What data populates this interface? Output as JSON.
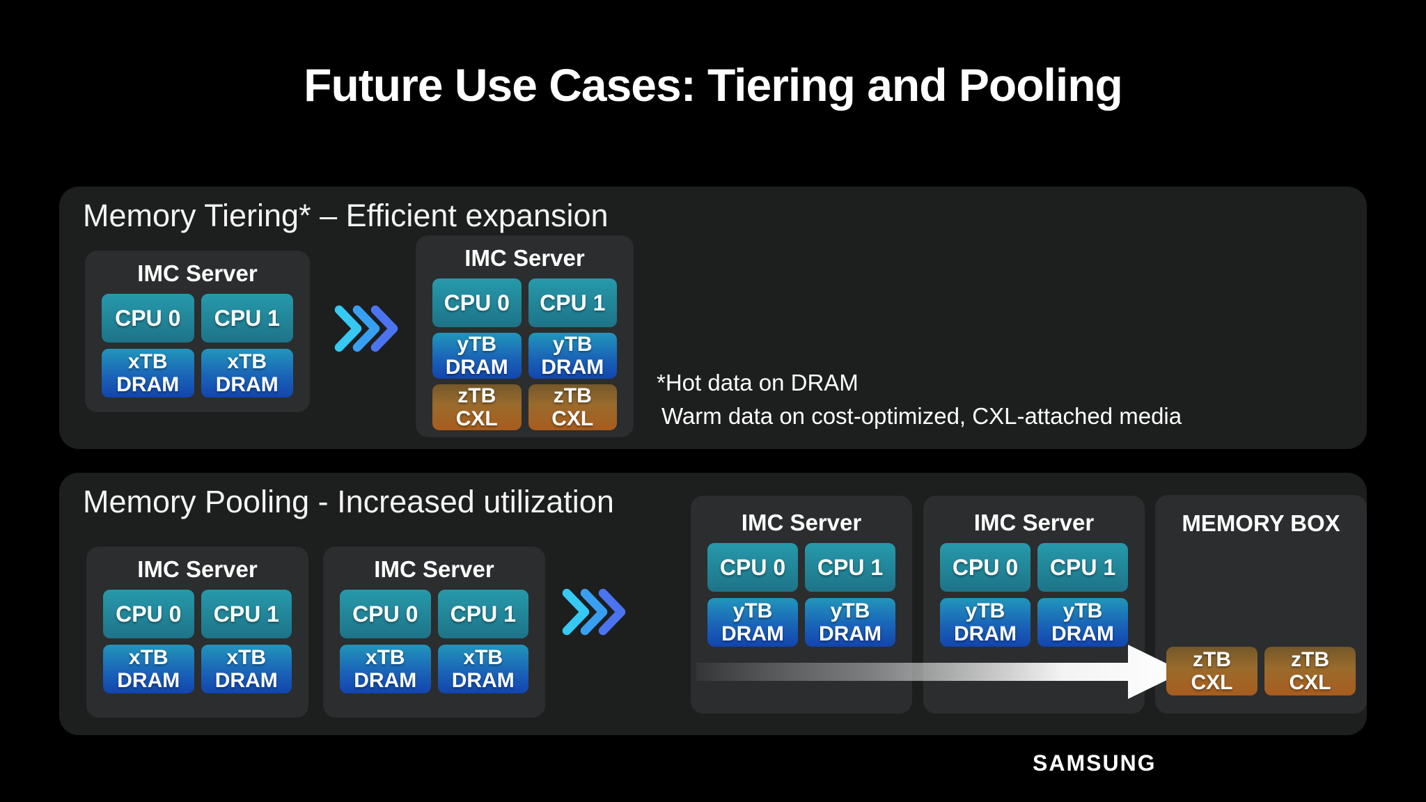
{
  "slide": {
    "title": "Future Use Cases: Tiering and Pooling"
  },
  "tiering": {
    "heading": "Memory Tiering* – Efficient expansion",
    "server_small": {
      "title": "IMC Server",
      "chips": [
        {
          "line1": "CPU 0"
        },
        {
          "line1": "CPU 1"
        },
        {
          "line1": "xTB",
          "line2": "DRAM"
        },
        {
          "line1": "xTB",
          "line2": "DRAM"
        }
      ]
    },
    "server_expanded": {
      "title": "IMC Server",
      "chips": [
        {
          "line1": "CPU 0"
        },
        {
          "line1": "CPU 1"
        },
        {
          "line1": "yTB",
          "line2": "DRAM"
        },
        {
          "line1": "yTB",
          "line2": "DRAM"
        },
        {
          "line1": "zTB",
          "line2": "CXL"
        },
        {
          "line1": "zTB",
          "line2": "CXL"
        }
      ]
    },
    "note_line1": "*Hot data on DRAM",
    "note_line2": "Warm data on cost-optimized, CXL-attached media"
  },
  "pooling": {
    "heading": "Memory Pooling - Increased utilization",
    "server_a": {
      "title": "IMC Server",
      "chips": [
        {
          "line1": "CPU 0"
        },
        {
          "line1": "CPU 1"
        },
        {
          "line1": "xTB",
          "line2": "DRAM"
        },
        {
          "line1": "xTB",
          "line2": "DRAM"
        }
      ]
    },
    "server_b": {
      "title": "IMC Server",
      "chips": [
        {
          "line1": "CPU 0"
        },
        {
          "line1": "CPU 1"
        },
        {
          "line1": "xTB",
          "line2": "DRAM"
        },
        {
          "line1": "xTB",
          "line2": "DRAM"
        }
      ]
    },
    "server_c": {
      "title": "IMC Server",
      "chips": [
        {
          "line1": "CPU 0"
        },
        {
          "line1": "CPU 1"
        },
        {
          "line1": "yTB",
          "line2": "DRAM"
        },
        {
          "line1": "yTB",
          "line2": "DRAM"
        }
      ]
    },
    "server_d": {
      "title": "IMC Server",
      "chips": [
        {
          "line1": "CPU 0"
        },
        {
          "line1": "CPU 1"
        },
        {
          "line1": "yTB",
          "line2": "DRAM"
        },
        {
          "line1": "yTB",
          "line2": "DRAM"
        }
      ]
    },
    "memory_box": {
      "title": "MEMORY BOX",
      "chips": [
        {
          "line1": "zTB",
          "line2": "CXL"
        },
        {
          "line1": "zTB",
          "line2": "CXL"
        }
      ]
    }
  },
  "brand": {
    "logo_text": "SAMSUNG"
  },
  "icons": {
    "flow": "triple-chevron-right",
    "pool_arrow": "gradient-right-arrow"
  },
  "colors": {
    "background": "#000000",
    "panel": "#1d1e1e",
    "server_box": "#2b2d2e",
    "cpu_chip_top": "#269aab",
    "cpu_chip_bottom": "#1e7388",
    "dram_chip_top": "#2196ba",
    "dram_chip_bottom": "#1245ae",
    "cxl_chip_top": "#74582a",
    "cxl_chip_bottom": "#a85c1e",
    "chevron_cyan": "#35c9f4",
    "chevron_blue": "#38a0f3",
    "chevron_indigo": "#4b74f1",
    "text": "#ffffff"
  }
}
